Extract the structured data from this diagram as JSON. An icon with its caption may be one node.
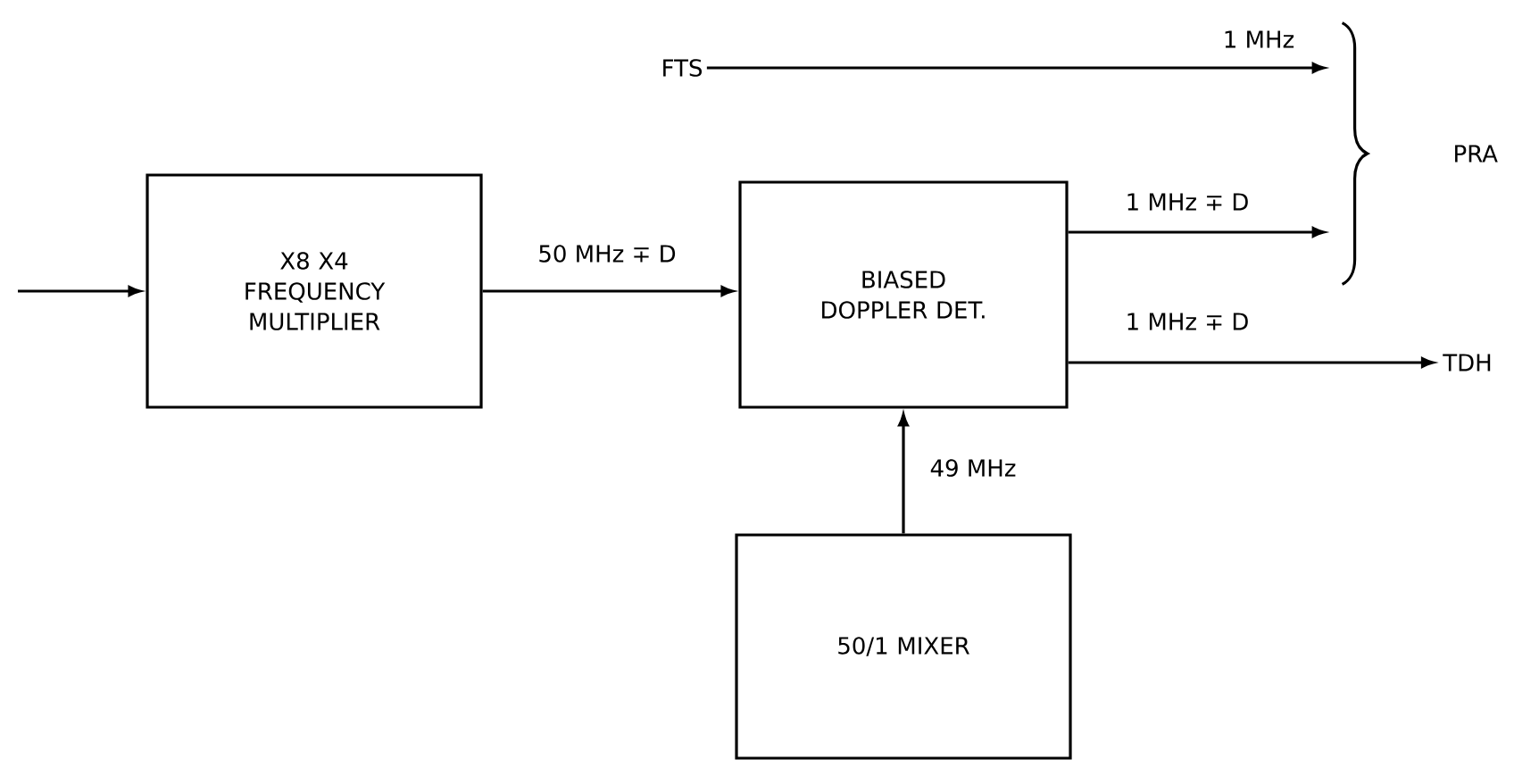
{
  "diagram": {
    "nodes": [
      {
        "text": [
          "X8 X4 FREQUENCY MULTIPLIER"
        ]
      },
      {
        "text": [
          "FTS"
        ]
      },
      {
        "text": [
          "BIASED DOPPLER DET."
        ]
      },
      {
        "text": [
          "50/1 MIXER"
        ]
      },
      {
        "text": [
          "TDH"
        ]
      },
      {
        "text": [
          "PRA"
        ]
      }
    ],
    "edges": [
      {
        "from": null,
        "to": 0,
        "arrow": "to"
      },
      {
        "from": 0,
        "to": 2,
        "arrow": "to",
        "label": "50 MHz ∓ D"
      },
      {
        "from": 1,
        "to": 5,
        "arrow": "to",
        "label": "1 MHz"
      },
      {
        "from": 2,
        "to": 5,
        "arrow": "to",
        "label": "1 MHz ∓ D"
      },
      {
        "from": 2,
        "to": 4,
        "arrow": "to",
        "label": "1 MHz ∓ D"
      },
      {
        "from": 3,
        "to": 2,
        "arrow": "to",
        "label": "49 MHz"
      }
    ]
  }
}
